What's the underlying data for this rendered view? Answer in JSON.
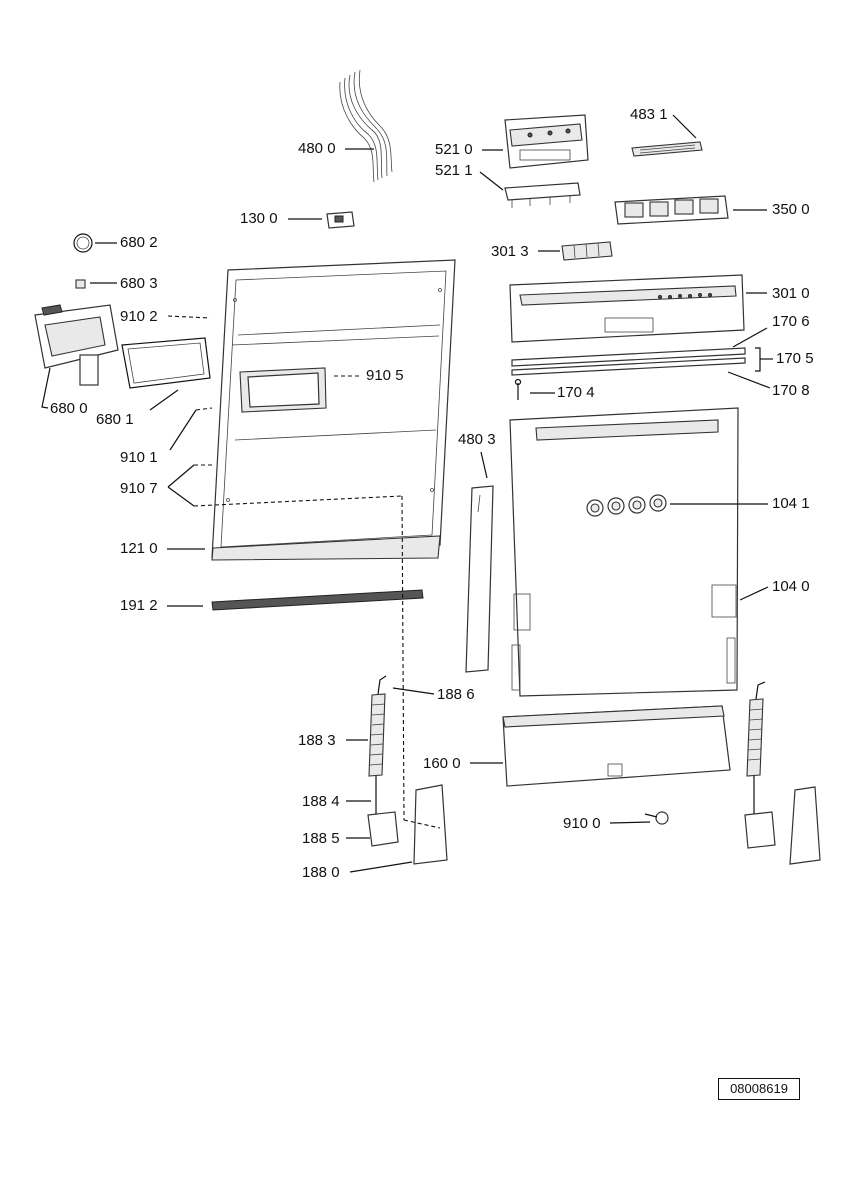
{
  "diagram": {
    "reference_number": "08008619",
    "labels": {
      "p4800": "480 0",
      "p5210": "521 0",
      "p5211": "521 1",
      "p4831": "483 1",
      "p3500": "350 0",
      "p1300": "130 0",
      "p3013": "301 3",
      "p6802": "680 2",
      "p6803": "680 3",
      "p3010": "301 0",
      "p9102": "910 2",
      "p1706": "170 6",
      "p9105": "910 5",
      "p1705": "170 5",
      "p6800": "680 0",
      "p6801": "680 1",
      "p1704": "170 4",
      "p1708": "170 8",
      "p9101": "910 1",
      "p4803": "480 3",
      "p9107": "910 7",
      "p1041": "104 1",
      "p1210": "121 0",
      "p1040": "104 0",
      "p1912": "191 2",
      "p1886": "188 6",
      "p1883": "188 3",
      "p1600": "160 0",
      "p1884": "188 4",
      "p9100": "910 0",
      "p1885": "188 5",
      "p1880": "188 0"
    }
  }
}
